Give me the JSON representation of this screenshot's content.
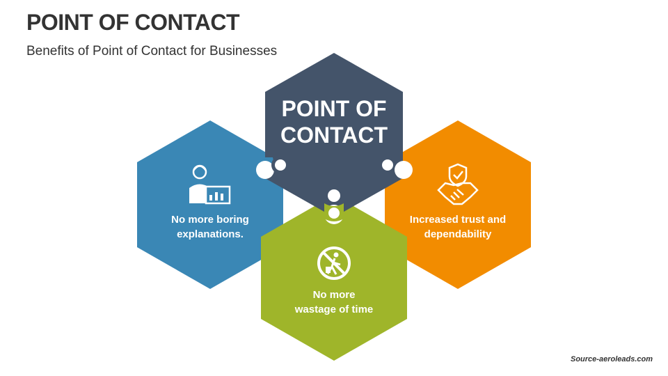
{
  "header": {
    "title": "POINT OF CONTACT",
    "subtitle": "Benefits of Point of Contact for Businesses"
  },
  "center": {
    "line1": "POINT OF",
    "line2": "CONTACT",
    "color": "#44546a"
  },
  "benefits": [
    {
      "line1": "No more boring",
      "line2": "explanations.",
      "icon": "teacher-presentation-icon",
      "color": "#3a87b5"
    },
    {
      "line1": "No more",
      "line2": "wastage of time",
      "icon": "no-littering-icon",
      "color": "#9fb52a"
    },
    {
      "line1": "Increased trust and",
      "line2": "dependability",
      "icon": "handshake-shield-icon",
      "color": "#f28c00"
    }
  ],
  "footer": {
    "source": "Source-aeroleads.com"
  }
}
